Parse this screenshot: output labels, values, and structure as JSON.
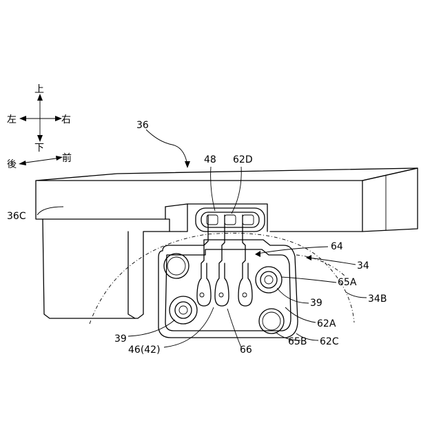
{
  "directions": {
    "up": "上",
    "down": "下",
    "left": "左",
    "right": "右",
    "rear": "後",
    "front": "前"
  },
  "labels": {
    "l36": "36",
    "l36C": "36C",
    "l48": "48",
    "l62D": "62D",
    "l64": "64",
    "l34": "34",
    "l65A": "65A",
    "l34B": "34B",
    "l39a": "39",
    "l62A": "62A",
    "l39b": "39",
    "l46_42": "46(42)",
    "l66": "66",
    "l65B": "65B",
    "l62C": "62C"
  }
}
